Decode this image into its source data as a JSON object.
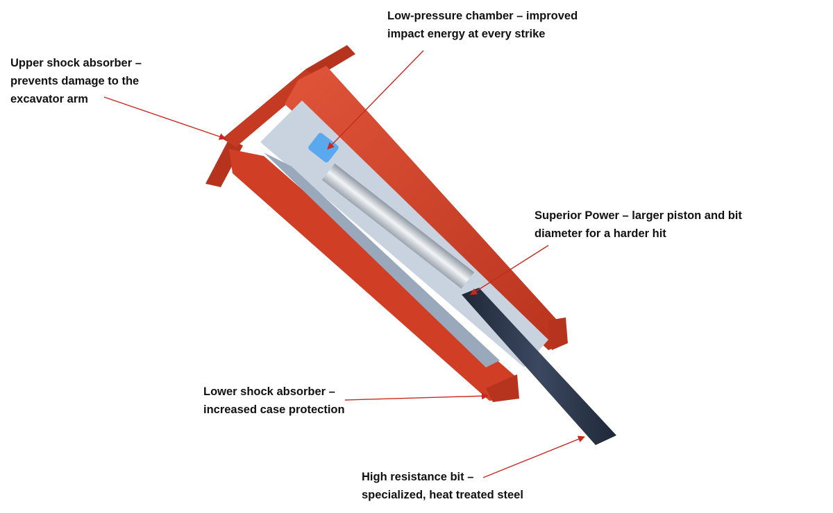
{
  "diagram": {
    "subject": "Hydraulic breaker cutaway",
    "colors": {
      "housing": "#d6432a",
      "housing_dark": "#a8301c",
      "internal": "#c9d3e0",
      "chamber": "#5aa8ee",
      "bit": "#2b3547",
      "arrow": "#c8281e"
    },
    "callouts": [
      {
        "id": "upper-shock-absorber",
        "lines": [
          "Upper shock absorber –",
          "prevents damage to the",
          "excavator arm"
        ]
      },
      {
        "id": "low-pressure-chamber",
        "lines": [
          "Low-pressure chamber – improved",
          "impact energy at every strike"
        ]
      },
      {
        "id": "superior-power",
        "lines": [
          "Superior Power – larger piston and bit",
          "diameter for a harder hit"
        ]
      },
      {
        "id": "lower-shock-absorber",
        "lines": [
          "Lower shock absorber –",
          "increased case protection"
        ]
      },
      {
        "id": "high-resistance-bit",
        "lines": [
          "High resistance bit –",
          "specialized, heat treated steel"
        ]
      }
    ]
  }
}
